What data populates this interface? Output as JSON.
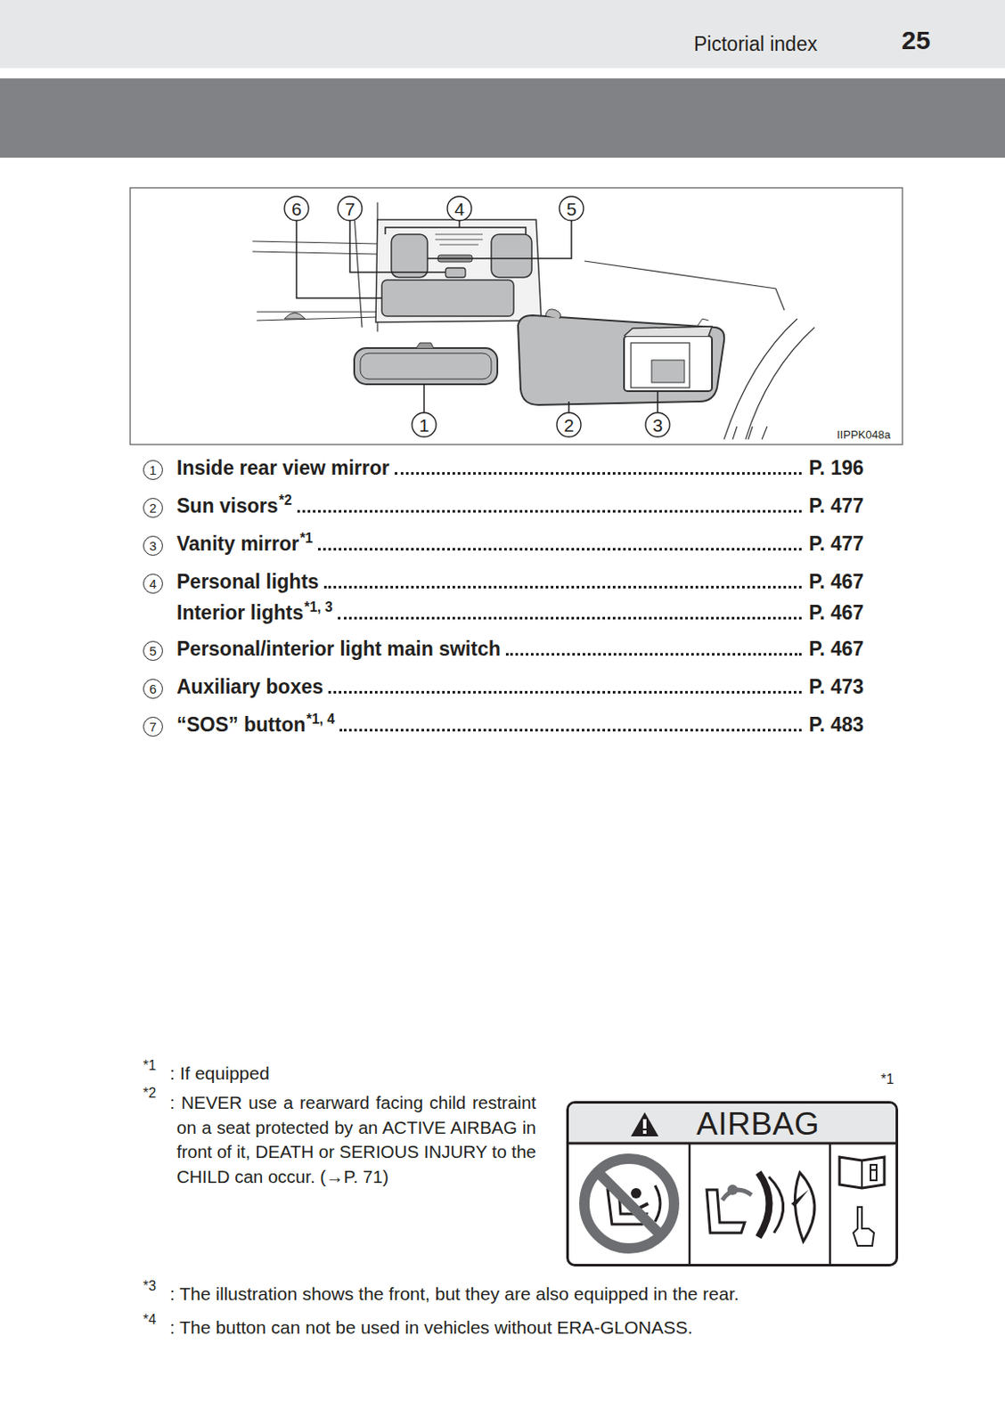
{
  "diagram": {
    "title": "Pictorial index",
    "nodes": [
      {
        "text": [
          "AIRBAG"
        ]
      }
    ],
    "labels": [
      "25",
      "6",
      "7",
      "4",
      "5",
      "1",
      "2",
      "3",
      "IIPPK048a",
      "1",
      "Inside rear view mirror",
      "P. 196",
      "2",
      "Sun visors",
      "*2",
      "P. 477",
      "3",
      "Vanity mirror",
      "*1",
      "P. 477",
      "4",
      "Personal lights",
      "P. 467",
      "Interior lights",
      "*1, 3",
      "P. 467",
      "5",
      "Personal/interior light main switch",
      "P. 467",
      "6",
      "Auxiliary boxes",
      "P. 473",
      "7",
      "“SOS” button",
      "*1, 4",
      "P. 483",
      "*1",
      ": If equipped",
      "*2",
      ": NEVER use a rearward facing child restraint on a seat protected by an ACTIVE AIRBAG in front of it, DEATH or SERIOUS INJURY to the CHILD can occur. (→P. 71)",
      "*1",
      "*3",
      ": The illustration shows the front, but they are also equipped in the rear.",
      "*4",
      ": The button can not be used in vehicles without ERA-GLONASS."
    ]
  }
}
